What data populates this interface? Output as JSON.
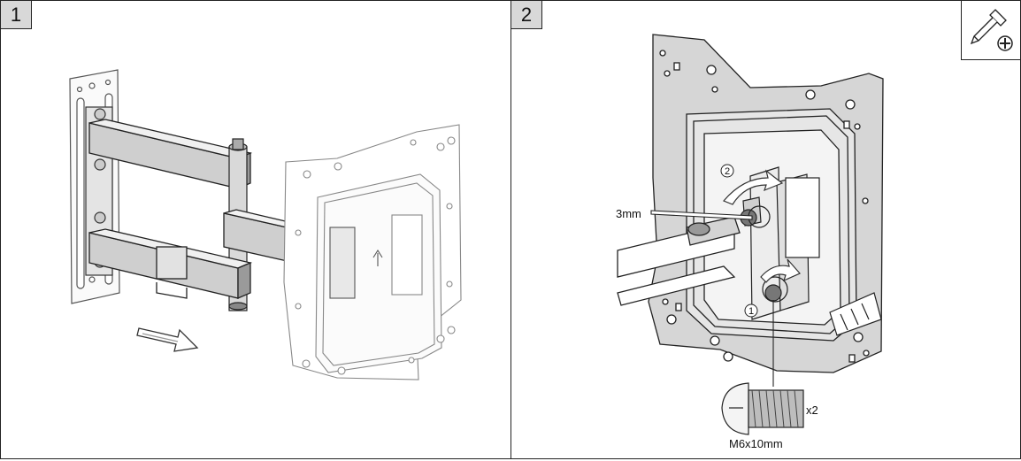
{
  "steps": [
    {
      "number": "1"
    },
    {
      "number": "2"
    }
  ],
  "callouts": {
    "allen_key_size": "3mm",
    "screw_quantity": "x2",
    "screw_spec": "M6x10mm",
    "sequence_first": "1",
    "sequence_second": "2"
  },
  "icons": {
    "tool": "phillips-screwdriver-icon"
  }
}
